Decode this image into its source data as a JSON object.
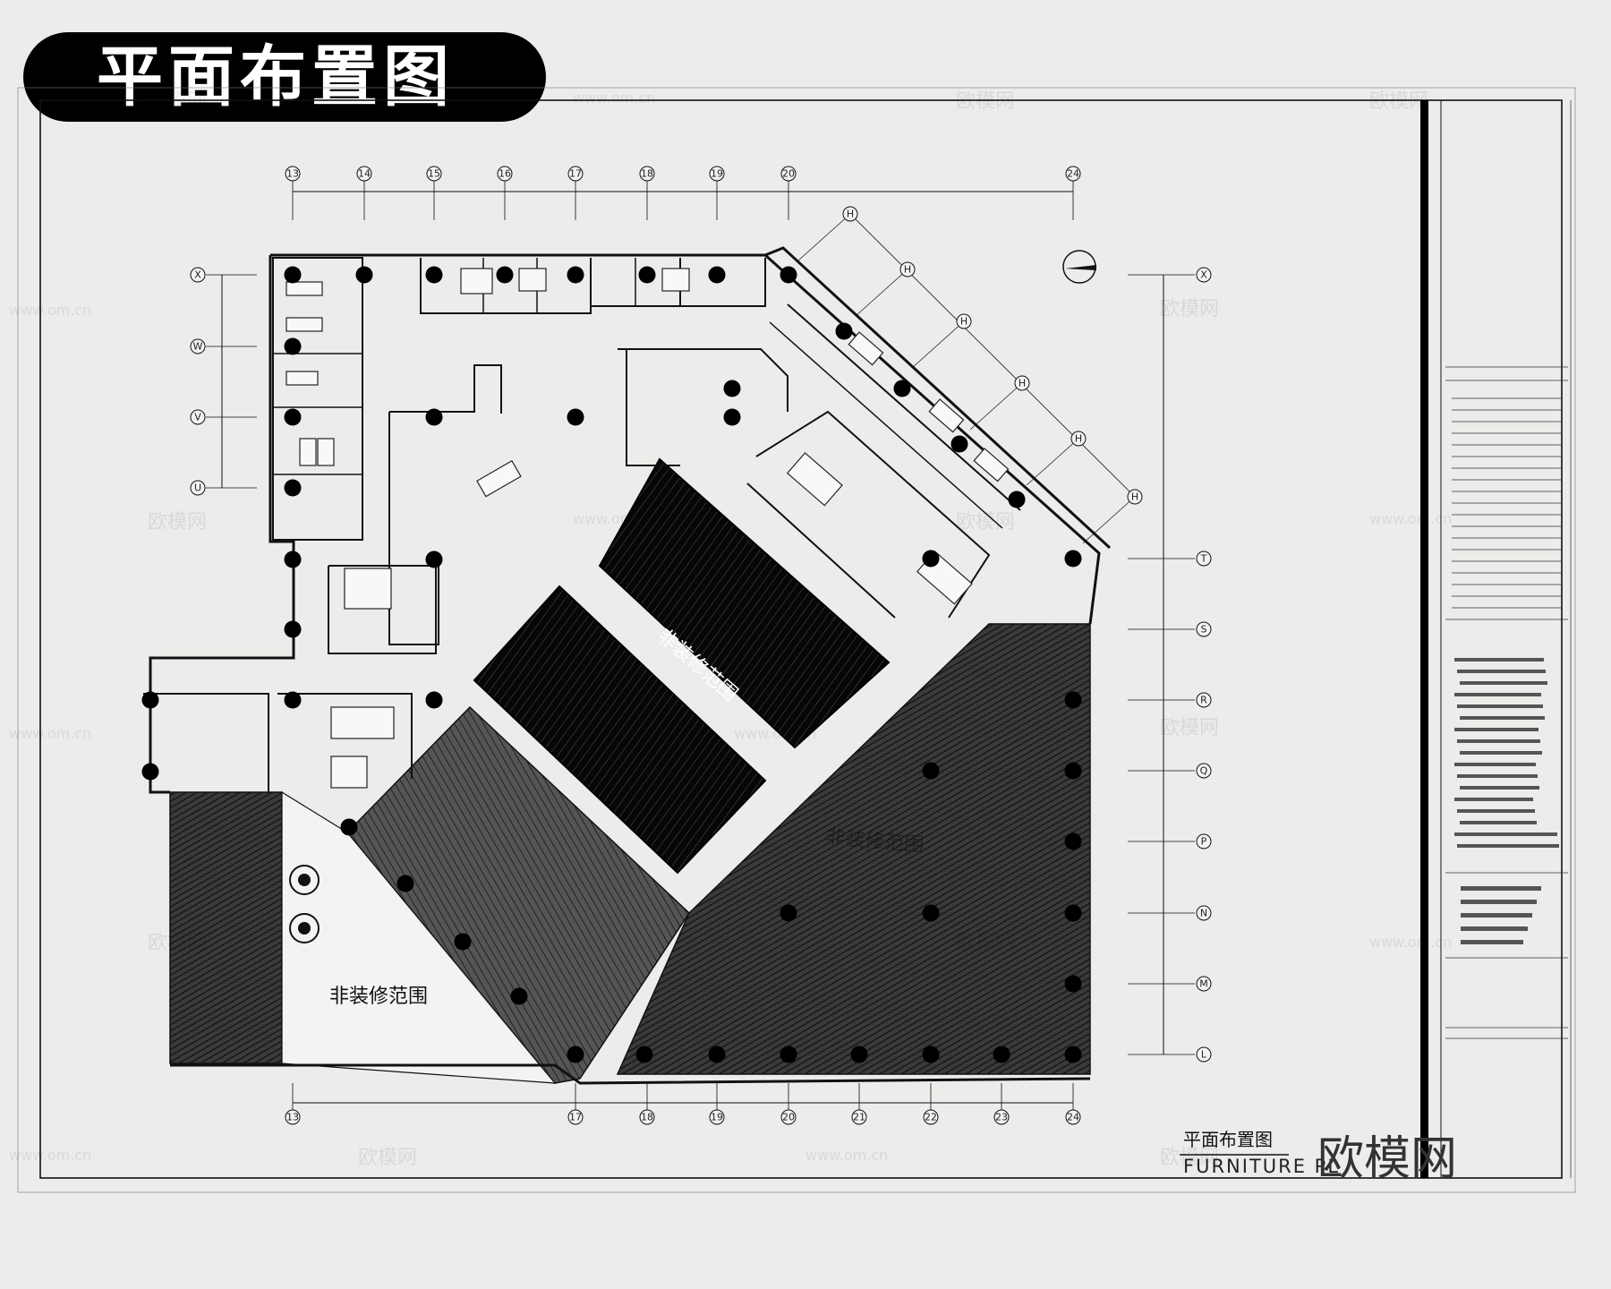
{
  "header": {
    "badge_title": "平面布置图"
  },
  "plan": {
    "title_cn": "平面布置图",
    "title_en": "FURNITURE  PL",
    "logo": "欧模网",
    "watermark": "欧模网",
    "watermark_url": "www.om.cn",
    "zone_labels": [
      "非装修范围",
      "非装修范围",
      "非装修范围"
    ]
  },
  "axes": {
    "top": [
      "13",
      "14",
      "15",
      "16",
      "17",
      "18",
      "19",
      "20",
      "24"
    ],
    "bottom": [
      "13",
      "17",
      "18",
      "19",
      "20",
      "21",
      "22",
      "23",
      "24"
    ],
    "left": [
      "X",
      "W",
      "V",
      "U"
    ],
    "right": [
      "X",
      "T",
      "S",
      "R",
      "Q",
      "P",
      "N",
      "M",
      "L"
    ],
    "diagonal": [
      "H",
      "H",
      "H",
      "H",
      "H",
      "H"
    ]
  },
  "colors": {
    "background": "#ececea",
    "ink": "#111111",
    "badge": "#000000",
    "hatch": "#2b2b2b"
  }
}
